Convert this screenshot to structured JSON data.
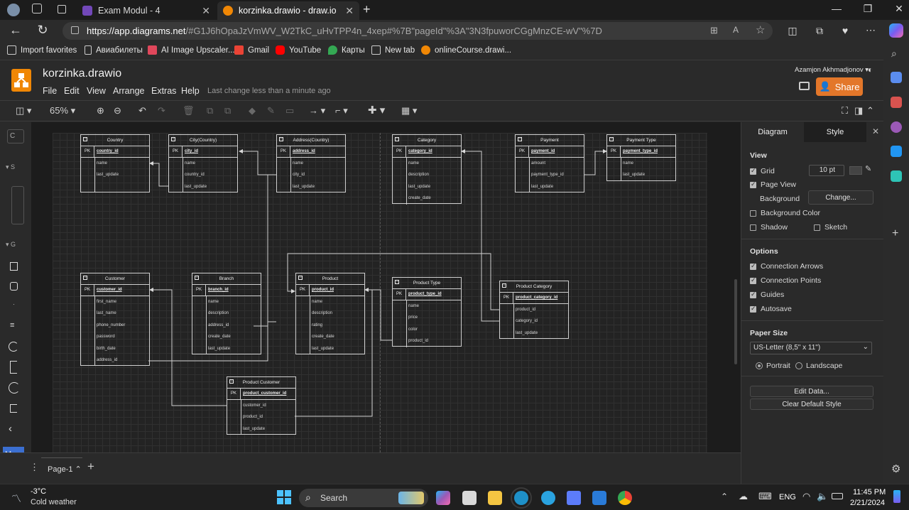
{
  "browser": {
    "tabs": [
      {
        "label": "Exam Modul - 4",
        "icon": "form-icon"
      },
      {
        "label": "korzinka.drawio - draw.io",
        "icon": "drawio-icon"
      }
    ],
    "url_host": "https://app.diagrams.net",
    "url_rest": "/#G1J6hOpaJzVmWV_W2TkC_uHvTPP4n_4xep#%7B\"pageId\"%3A\"3N3fpuworCGgMnzCE-wV\"%7D",
    "favorites": [
      "Import favorites",
      "Авиабилеты",
      "AI Image Upscaler...",
      "Gmail",
      "YouTube",
      "Карты",
      "New tab",
      "onlineCourse.drawi..."
    ]
  },
  "drawio": {
    "filename": "korzinka.drawio",
    "menus": [
      "File",
      "Edit",
      "View",
      "Arrange",
      "Extras",
      "Help"
    ],
    "last_change": "Last change less than a minute ago",
    "user": "Azamjon Akhmadjonov",
    "share_label": "Share",
    "zoom": "65%",
    "more_label": "More",
    "page_tab": "Page-1"
  },
  "entities": {
    "country": {
      "title": "Country",
      "pk_label": "PK",
      "pk": "country_id",
      "fields": [
        "name",
        "last_update"
      ]
    },
    "city": {
      "title": "City(Country)",
      "pk_label": "PK",
      "pk": "city_id",
      "fields": [
        "name",
        "country_id",
        "last_update"
      ]
    },
    "address": {
      "title": "Address(Country)",
      "pk_label": "PK",
      "pk": "address_id",
      "fields": [
        "name",
        "city_id",
        "last_update"
      ]
    },
    "category": {
      "title": "Category",
      "pk_label": "PK",
      "pk": "category_id",
      "fields": [
        "name",
        "description",
        "last_update",
        "create_date"
      ]
    },
    "payment": {
      "title": "Payment",
      "pk_label": "PK",
      "pk": "payment_id",
      "fields": [
        "amount",
        "payment_type_id",
        "last_update"
      ]
    },
    "payment_type": {
      "title": "Payment Type",
      "pk_label": "PK",
      "pk": "payment_type_id",
      "fields": [
        "name",
        "last_update"
      ]
    },
    "customer": {
      "title": "Customer",
      "pk_label": "PK",
      "pk": "customer_id",
      "fields": [
        "first_name",
        "last_name",
        "phone_number",
        "password",
        "birth_date",
        "address_id"
      ]
    },
    "branch": {
      "title": "Branch",
      "pk_label": "PK",
      "pk": "branch_id",
      "fields": [
        "name",
        "description",
        "address_id",
        "create_date",
        "last_update"
      ]
    },
    "product": {
      "title": "Product",
      "pk_label": "PK",
      "pk": "product_id",
      "fields": [
        "name",
        "description",
        "rating",
        "create_date",
        "last_update"
      ]
    },
    "product_type": {
      "title": "Product Type",
      "pk_label": "PK",
      "pk": "product_type_id",
      "fields": [
        "name",
        "price",
        "color",
        "product_id"
      ]
    },
    "product_category": {
      "title": "Product Category",
      "pk_label": "PK",
      "pk": "product_category_id",
      "fields": [
        "product_id",
        "category_id",
        "last_update"
      ]
    },
    "product_customer": {
      "title": "Product Customer",
      "pk_label": "PK",
      "pk": "product_customer_id",
      "fields": [
        "customer_id",
        "product_id",
        "last_update"
      ]
    }
  },
  "format_panel": {
    "tabs": [
      "Diagram",
      "Style"
    ],
    "view_title": "View",
    "grid_label": "Grid",
    "grid_checked": true,
    "grid_size": "10 pt",
    "page_view_label": "Page View",
    "page_view_checked": true,
    "background_label": "Background",
    "change_label": "Change...",
    "background_color_label": "Background Color",
    "shadow_label": "Shadow",
    "sketch_label": "Sketch",
    "options_title": "Options",
    "connection_arrows_label": "Connection Arrows",
    "connection_points_label": "Connection Points",
    "guides_label": "Guides",
    "autosave_label": "Autosave",
    "paper_size_title": "Paper Size",
    "paper_size_value": "US-Letter (8,5\" x 11\")",
    "portrait_label": "Portrait",
    "landscape_label": "Landscape",
    "orientation": "portrait",
    "edit_data_label": "Edit Data...",
    "clear_style_label": "Clear Default Style"
  },
  "taskbar": {
    "temperature": "-3°C",
    "weather": "Cold weather",
    "search_placeholder": "Search",
    "language": "ENG",
    "time": "11:45 PM",
    "date": "2/21/2024"
  }
}
